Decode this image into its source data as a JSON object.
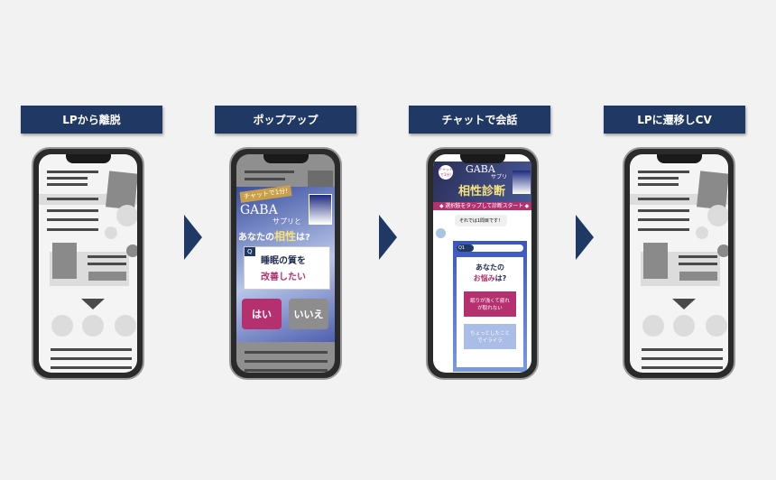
{
  "steps": [
    {
      "label": "LPから離脱"
    },
    {
      "label": "ポップアップ"
    },
    {
      "label": "チャットで会話"
    },
    {
      "label": "LPに遷移しCV"
    }
  ],
  "popup": {
    "badge": "チャットで1分!",
    "brand": "GABA",
    "brand_sub": "サプリと",
    "headline_a": "あなたの",
    "headline_b": "相性",
    "headline_c": "は?",
    "q_mark": "Q",
    "question_a": "睡眠の質を",
    "question_b": "改善したい",
    "yes": "はい",
    "no": "いいえ"
  },
  "chat": {
    "badge": "チャットで1分!",
    "brand": "GABA",
    "brand_sub": "サプリ",
    "title": "相性診断",
    "banner": "◆ 選択肢をタップして診断スタート ◆",
    "bubble": "それでは1問目です！",
    "q_step": "Q1",
    "question_a": "あなたの",
    "question_b": "お悩み",
    "question_c": "は?",
    "option1": "眠りが浅くて疲れが取れない",
    "option2": "ちょっとしたことでイライラ"
  },
  "colors": {
    "navy": "#1f3864",
    "magenta": "#b5306e"
  }
}
